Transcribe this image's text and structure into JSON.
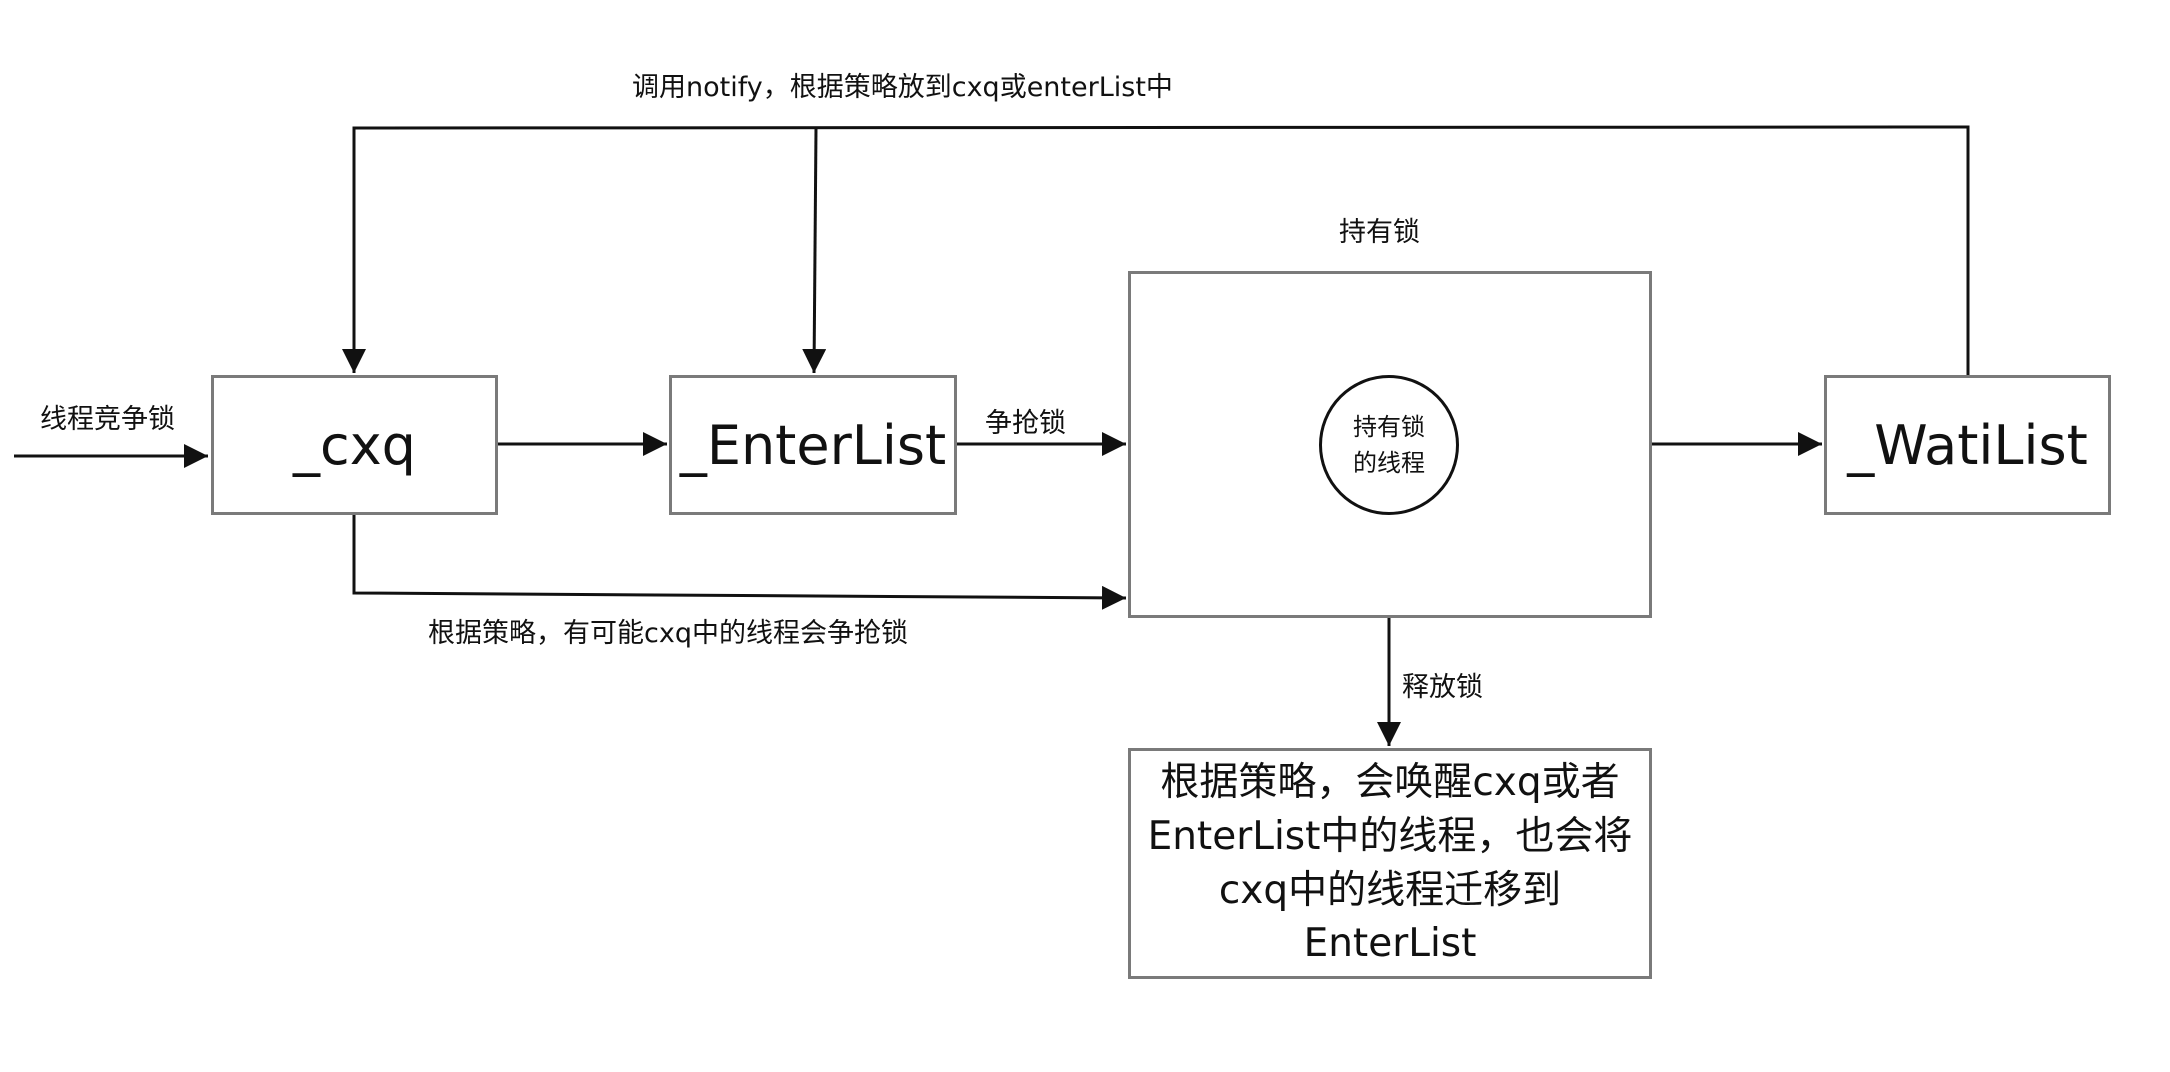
{
  "nodes": {
    "cxq": "_cxq",
    "enter_list": "_EnterList",
    "wait_list": "_WatiList",
    "holder_title": "持有锁",
    "holder_circle_line1": "持有锁",
    "holder_circle_line2": "的线程",
    "release_note_lines": [
      "根据策略，会唤醒cxq或者",
      "EnterList中的线程，也会将",
      "cxq中的线程迁移到",
      "EnterList"
    ]
  },
  "edges": {
    "incoming": "线程竞争锁",
    "notify": "调用notify，根据策略放到cxq或enterList中",
    "compete": "争抢锁",
    "cxq_compete": "根据策略，有可能cxq中的线程会争抢锁",
    "release": "释放锁"
  },
  "colors": {
    "line": "#111111",
    "box_border": "#7a7a7a",
    "background": "#ffffff"
  }
}
